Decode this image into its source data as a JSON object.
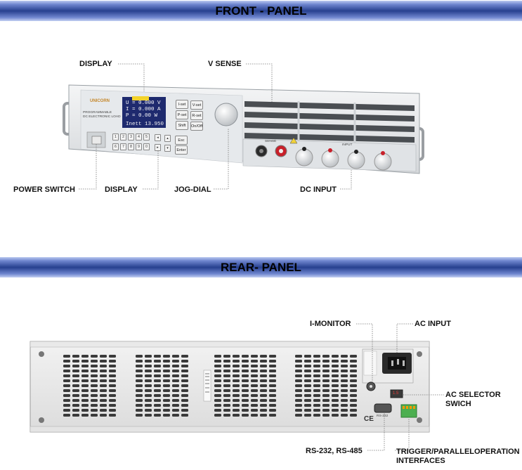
{
  "front_banner": "FRONT - PANEL",
  "rear_banner": "REAR- PANEL",
  "front_labels": {
    "display_top": "DISPLAY",
    "v_sense": "V SENSE",
    "power_switch": "POWER SWITCH",
    "display_bottom": "DISPLAY",
    "jog_dial": "JOG-DIAL",
    "dc_input": "DC INPUT"
  },
  "rear_labels": {
    "i_monitor": "I-MONITOR",
    "ac_input": "AC INPUT",
    "ac_selector_line1": "AC SELECTOR",
    "ac_selector_line2": "SWICH",
    "rs232": "RS-232, RS-485",
    "trigger_line1": "TRIGGER/PARALLELOPERATION",
    "trigger_line2": "INTERFACES"
  },
  "device_front": {
    "logo": "UNICORN",
    "model_line1": "PROGRAMMABLE",
    "model_line2": "DC ELECTRONIC LOAD",
    "screen_u": "U =   0.000 V",
    "screen_i": "I =   0.000 A",
    "screen_p": "P =    0.00 W",
    "screen_status": "Inett 13.950 A",
    "keys": [
      "I-set",
      "V-set",
      "P-set",
      "R-set",
      "Shift",
      "On/Off"
    ],
    "nav_keys": [
      "Esc",
      "Enter"
    ],
    "sense_label": "SENSE",
    "input_label": "INPUT",
    "numpad_top": [
      "1",
      "2",
      "3",
      "4",
      "5"
    ],
    "numpad_bottom": [
      "6",
      "7",
      "8",
      "9",
      "0"
    ]
  },
  "device_rear": {
    "rs_port_label": "RS-232",
    "ce_mark": "CE",
    "ac_display": "1.5"
  }
}
